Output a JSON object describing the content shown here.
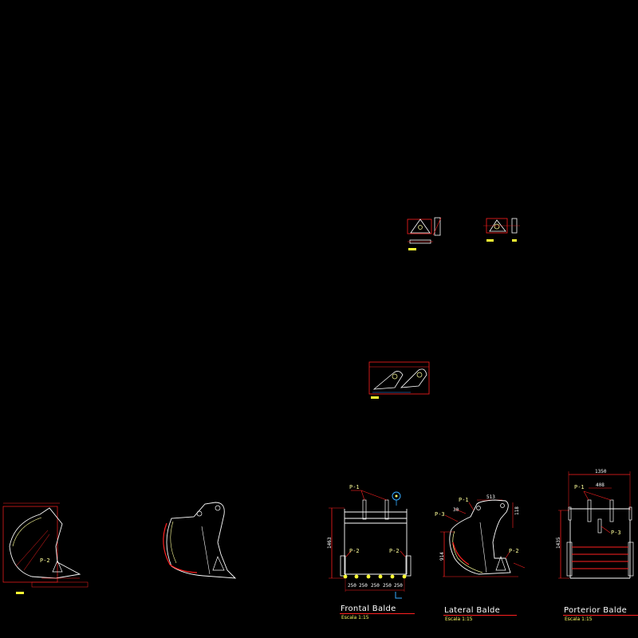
{
  "drawing": {
    "background": "#000000",
    "colors": {
      "outline": "#ffffff",
      "dimension": "#ff2020",
      "text": "#ffffff",
      "scale_text": "#ffff66",
      "highlight": "#ffff99",
      "accent": "#33aaff"
    }
  },
  "views": {
    "frontal": {
      "title": "Frontal Balde",
      "scale": "Escala 1:15",
      "height_dim": "1463",
      "tags": {
        "p1": "P-1",
        "p2_left": "P-2",
        "p2_right": "P-2"
      },
      "bottom_dims": [
        "250",
        "250",
        "250",
        "250",
        "250"
      ]
    },
    "lateral": {
      "title": "Lateral Balde",
      "scale": "Escala 1:15",
      "top_dim": "513",
      "right_dim": "118",
      "left_dim": "914",
      "angle_dim": "30",
      "tags": {
        "p1": "P-1",
        "p2": "P-2",
        "p3": "P-3"
      }
    },
    "posterior": {
      "title": "Porterior Balde",
      "scale": "Escala 1:15",
      "width_dim": "1350",
      "inner_dim": "408",
      "height_dim": "1435",
      "tags": {
        "p1": "P-1",
        "p3": "P-3"
      }
    },
    "detail_left": {
      "tag": "P-2"
    }
  }
}
